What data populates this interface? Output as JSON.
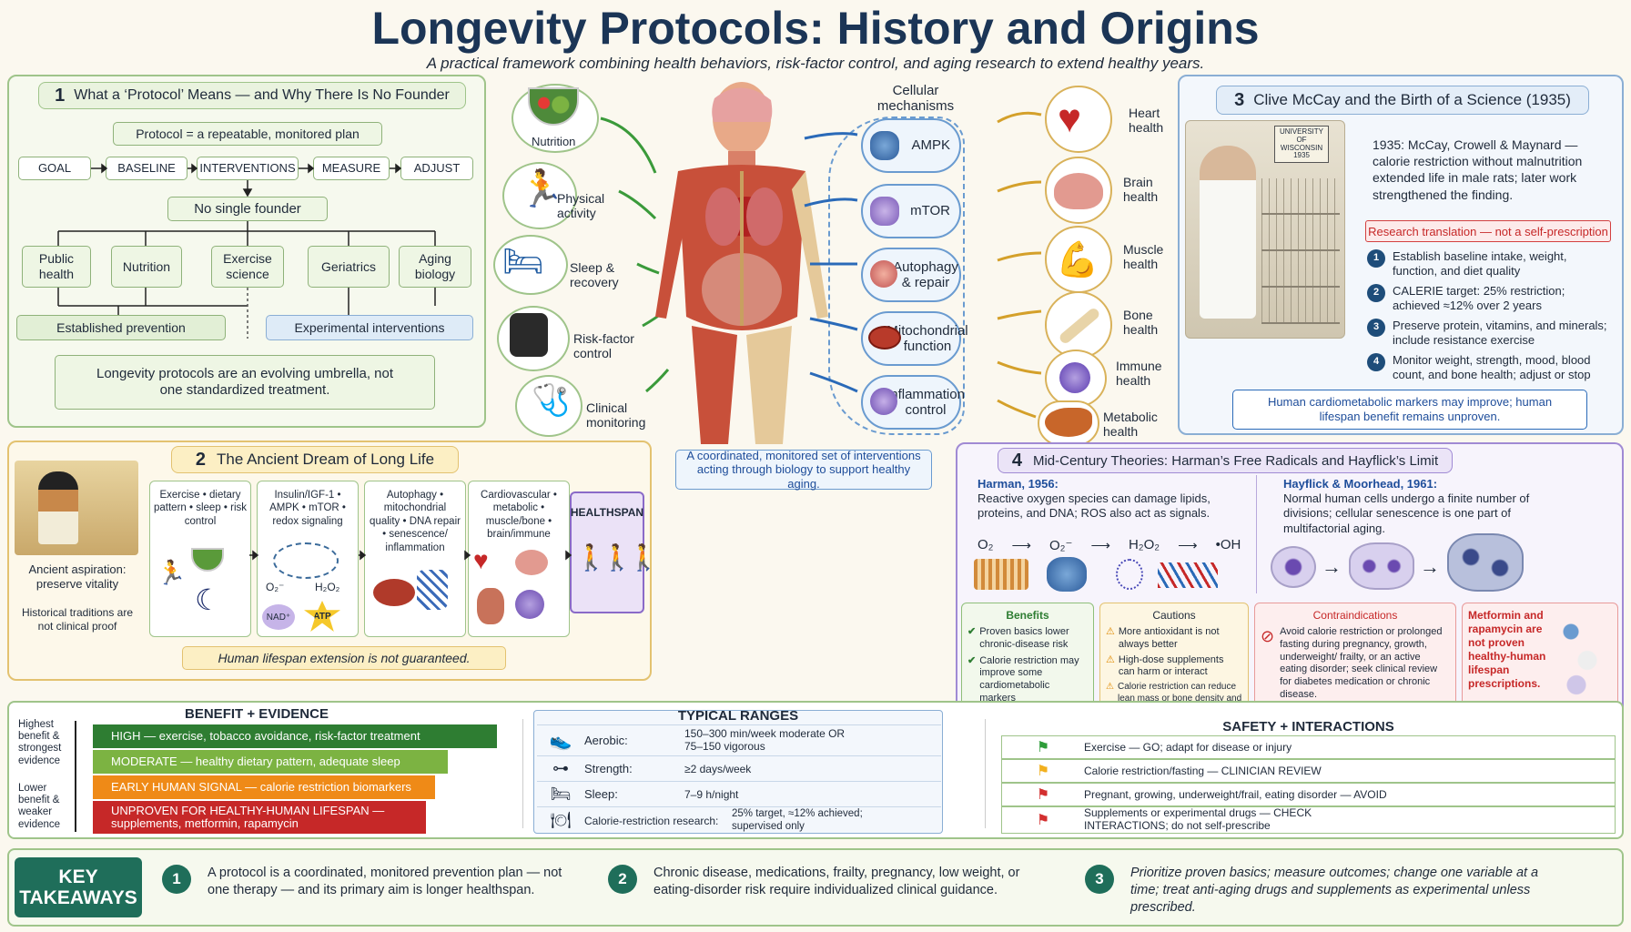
{
  "title": "Longevity Protocols: History and Origins",
  "subtitle": "A practical framework combining health behaviors, risk-factor control, and aging research to extend healthy years.",
  "s1": {
    "num": "1",
    "title": "What a ‘Protocol’ Means — and Why There Is No Founder",
    "protocol": "Protocol = a repeatable, monitored plan",
    "steps": [
      "GOAL",
      "BASELINE",
      "INTERVENTIONS",
      "MEASURE",
      "ADJUST"
    ],
    "founder": "No single founder",
    "fields": [
      "Public health",
      "Nutrition",
      "Exercise science",
      "Geriatrics",
      "Aging biology"
    ],
    "established": "Established prevention",
    "experimental": "Experimental interventions",
    "summary": "Longevity protocols are an evolving umbrella, not one standardized treatment."
  },
  "inputs": [
    "Nutrition",
    "Physical activity",
    "Sleep & recovery",
    "Risk-factor control",
    "Clinical monitoring"
  ],
  "cellular_title": "Cellular mechanisms",
  "mechanisms": [
    "AMPK",
    "mTOR",
    "Autophagy & repair",
    "Mitochondrial function",
    "Inflammation control"
  ],
  "organs": [
    "Heart health",
    "Brain health",
    "Muscle health",
    "Bone health",
    "Immune health",
    "Metabolic health"
  ],
  "center_caption": "A coordinated, monitored set of interventions acting through biology to support healthy aging.",
  "s2": {
    "num": "2",
    "title": "The Ancient Dream of Long Life",
    "aspiration": "Ancient aspiration: preserve vitality",
    "traditions": "Historical traditions are not clinical proof",
    "flow": [
      "Exercise • dietary pattern • sleep • risk control",
      "Insulin/IGF-1 • AMPK • mTOR • redox signaling",
      "Autophagy • mitochondrial quality • DNA repair • senescence/ inflammation",
      "Cardiovascular • metabolic • muscle/bone • brain/immune"
    ],
    "o2": "O₂⁻",
    "h2o2": "H₂O₂",
    "nad": "NAD⁺",
    "atp": "ATP",
    "healthspan": "HEALTHSPAN",
    "note": "Human lifespan extension is not guaranteed."
  },
  "s3": {
    "num": "3",
    "title": "Clive McCay and the Birth of a Science (1935)",
    "sign": "UNIVERSITY OF WISCONSIN 1935",
    "intro": "1935: McCay, Crowell & Maynard — calorie restriction without malnutrition extended life in male rats; later work strengthened the finding.",
    "warning": "Research translation — not a self-prescription",
    "steps": [
      "Establish baseline intake, weight, function, and diet quality",
      "CALERIE target: 25% restriction; achieved ≈12% over 2 years",
      "Preserve protein, vitamins, and minerals; include resistance exercise",
      "Monitor weight, strength, mood, blood count, and bone health; adjust or stop"
    ],
    "footer": "Human cardiometabolic markers may improve; human lifespan benefit remains unproven."
  },
  "s4": {
    "num": "4",
    "title": "Mid-Century Theories: Harman’s Free Radicals and Hayflick’s Limit",
    "harman_title": "Harman, 1956:",
    "harman_text": "Reactive oxygen species can damage lipids, proteins, and DNA; ROS also act as signals.",
    "chain": [
      "O₂",
      "O₂⁻",
      "H₂O₂",
      "•OH"
    ],
    "hayflick_title": "Hayflick & Moorhead, 1961:",
    "hayflick_text": "Normal human cells undergo a finite number of divisions; cellular senescence is one part of multifactorial aging.",
    "benefits_title": "Benefits",
    "benefits": [
      "Proven basics lower chronic-disease risk",
      "Calorie restriction may improve some cardiometabolic markers"
    ],
    "cautions_title": "Cautions",
    "cautions": [
      "More antioxidant is not always better",
      "High-dose supplements can harm or interact",
      "Calorie restriction can reduce lean mass or bone density and may cause anemia"
    ],
    "contra_title": "Contraindications",
    "contra_text": "Avoid calorie restriction or prolonged fasting during pregnancy, growth, underweight/ frailty, or an active eating disorder; seek clinical review for diabetes medication or chronic disease.",
    "metformin": "Metformin and rapamycin are not proven healthy-human lifespan prescriptions."
  },
  "evidence": {
    "title": "BENEFIT + EVIDENCE",
    "top": "Highest benefit & strongest evidence",
    "bottom": "Lower benefit & weaker evidence",
    "bars": [
      {
        "text": "HIGH — exercise, tobacco avoidance, risk-factor treatment",
        "color": "#2e7d32"
      },
      {
        "text": "MODERATE — healthy dietary pattern, adequate sleep",
        "color": "#7cb342"
      },
      {
        "text": "EARLY HUMAN SIGNAL — calorie restriction biomarkers",
        "color": "#ef8a17"
      },
      {
        "text": "UNPROVEN FOR HEALTHY-HUMAN LIFESPAN — supplements, metformin, rapamycin",
        "color": "#c62828"
      }
    ]
  },
  "ranges": {
    "title": "TYPICAL RANGES",
    "rows": [
      {
        "label": "Aerobic:",
        "value": "150–300 min/week moderate OR 75–150 vigorous"
      },
      {
        "label": "Strength:",
        "value": "≥2 days/week"
      },
      {
        "label": "Sleep:",
        "value": "7–9 h/night"
      },
      {
        "label": "Calorie-restriction research:",
        "value": "25% target, ≈12% achieved; supervised only"
      }
    ]
  },
  "safety": {
    "title": "SAFETY + INTERACTIONS",
    "rows": [
      {
        "text": "Exercise — GO; adapt for disease or injury",
        "color": "#2e9d3a"
      },
      {
        "text": "Calorie restriction/fasting — CLINICIAN REVIEW",
        "color": "#f2b01e"
      },
      {
        "text": "Pregnant, growing, underweight/frail, eating disorder — AVOID",
        "color": "#d32f2f"
      },
      {
        "text": "Supplements or experimental drugs — CHECK INTERACTIONS; do not self-prescribe",
        "color": "#d32f2f"
      }
    ]
  },
  "takeaways": {
    "label": "KEY TAKEAWAYS",
    "items": [
      {
        "num": "1",
        "text": "A protocol is a coordinated, monitored prevention plan — not one therapy — and its primary aim is longer healthspan."
      },
      {
        "num": "2",
        "text": "Chronic disease, medications, frailty, pregnancy, low weight, or eating-disorder risk require individualized clinical guidance."
      },
      {
        "num": "3",
        "text": "Prioritize proven basics; measure outcomes; change one variable at a time; treat anti-aging drugs and supplements as experimental unless prescribed."
      }
    ]
  }
}
